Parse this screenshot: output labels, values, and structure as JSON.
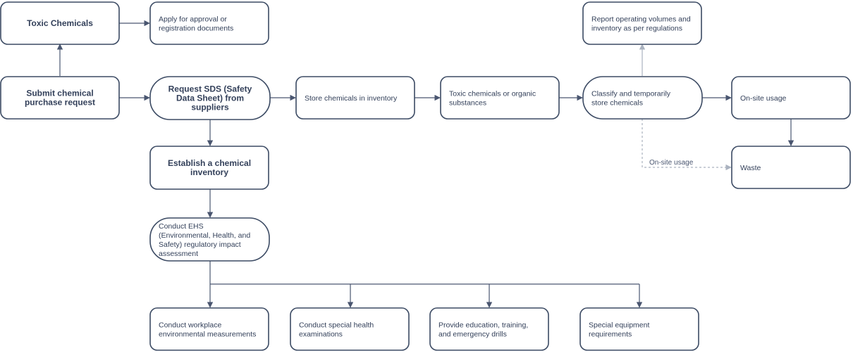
{
  "nodes": {
    "toxic_chemicals": {
      "lines": [
        "Toxic Chemicals"
      ],
      "bold": true
    },
    "apply_approval": {
      "lines": [
        "Apply for approval or",
        "registration documents"
      ],
      "bold": false
    },
    "submit_request": {
      "lines": [
        "Submit chemical",
        "purchase request"
      ],
      "bold": true
    },
    "request_sds": {
      "lines": [
        "Request SDS (Safety",
        "Data Sheet) from",
        "suppliers"
      ],
      "bold": true
    },
    "store_inventory": {
      "lines": [
        "Store chemicals in inventory"
      ],
      "bold": false
    },
    "toxic_organic": {
      "lines": [
        "Toxic chemicals or organic",
        "substances"
      ],
      "bold": false
    },
    "classify_store": {
      "lines": [
        "Classify and temporarily",
        "store chemicals"
      ],
      "bold": false
    },
    "onsite_usage": {
      "lines": [
        "On-site usage"
      ],
      "bold": false
    },
    "report_volumes": {
      "lines": [
        "Report operating volumes and",
        "inventory as per regulations"
      ],
      "bold": false
    },
    "waste": {
      "lines": [
        "Waste"
      ],
      "bold": false
    },
    "establish_inventory": {
      "lines": [
        "Establish a chemical",
        "inventory"
      ],
      "bold": true
    },
    "ehs_assessment": {
      "lines": [
        "Conduct EHS",
        "(Environmental, Health, and",
        "Safety) regulatory impact",
        "assessment"
      ],
      "bold": false
    },
    "workplace_measurements": {
      "lines": [
        "Conduct workplace",
        "environmental measurements"
      ],
      "bold": false
    },
    "health_examinations": {
      "lines": [
        "Conduct special health",
        "examinations"
      ],
      "bold": false
    },
    "education_drills": {
      "lines": [
        "Provide education, training,",
        "and emergency drills"
      ],
      "bold": false
    },
    "special_equipment": {
      "lines": [
        "Special equipment",
        "requirements"
      ],
      "bold": false
    }
  },
  "edges": {
    "dashed_label": "On-site usage"
  },
  "colors": {
    "border": "#3b4a63",
    "text": "#33405a",
    "connector": "#4a5670",
    "faint_connector": "#aab2bf"
  }
}
